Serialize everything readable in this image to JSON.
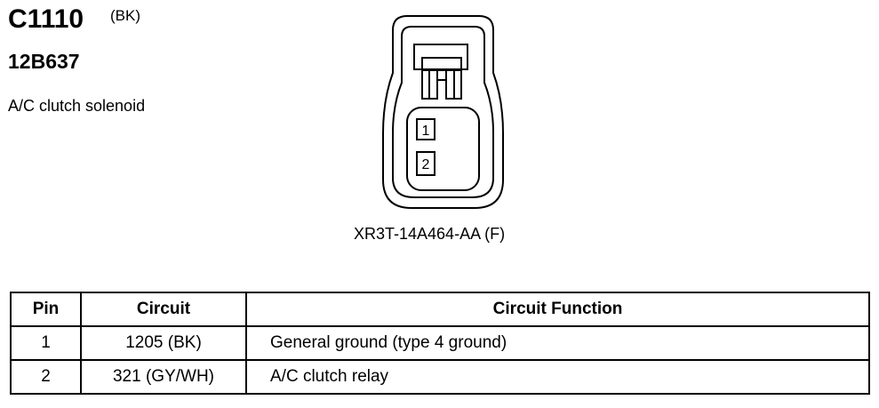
{
  "connector": {
    "id": "C1110",
    "color": "(BK)",
    "part_number": "12B637",
    "description": "A/C clutch solenoid",
    "reference": "XR3T-14A464-AA (F)",
    "pin_labels": [
      "1",
      "2"
    ]
  },
  "table": {
    "headers": [
      "Pin",
      "Circuit",
      "Circuit Function"
    ],
    "rows": [
      {
        "pin": "1",
        "circuit": "1205 (BK)",
        "function": "General ground (type 4 ground)"
      },
      {
        "pin": "2",
        "circuit": "321 (GY/WH)",
        "function": "A/C clutch relay"
      }
    ]
  }
}
